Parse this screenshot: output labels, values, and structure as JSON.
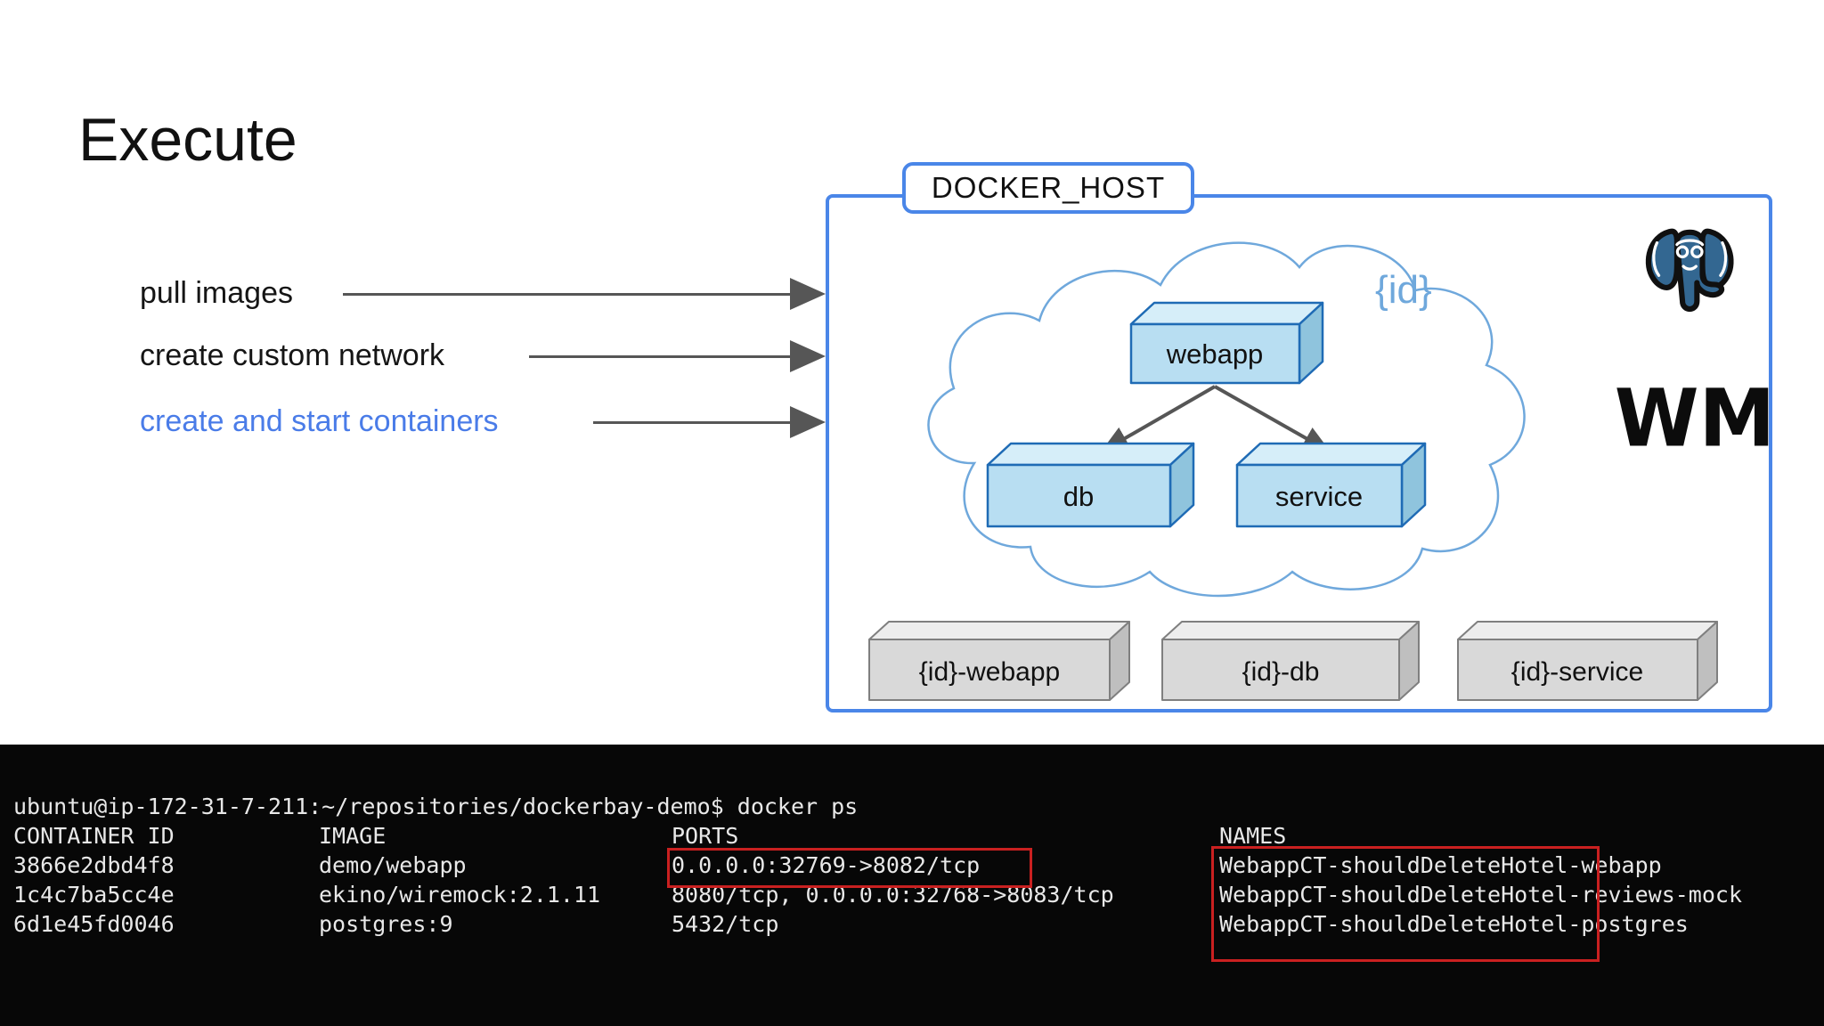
{
  "slide": {
    "title": "Execute",
    "bullets": [
      {
        "label": "pull images"
      },
      {
        "label": "create custom network"
      },
      {
        "label": "create and start containers"
      }
    ]
  },
  "diagram": {
    "host_label": "DOCKER_HOST",
    "id_placeholder": "{id}",
    "network_nodes": [
      "webapp",
      "db",
      "service"
    ],
    "container_nodes": [
      "{id}-webapp",
      "{id}-db",
      "{id}-service"
    ],
    "wiremock_logo_text": "WM",
    "postgres_logo": "postgresql-elephant"
  },
  "terminal": {
    "prompt_line": "ubuntu@ip-172-31-7-211:~/repositories/dockerbay-demo$ docker ps",
    "columns": [
      "CONTAINER ID",
      "IMAGE",
      "PORTS",
      "NAMES"
    ],
    "rows": [
      {
        "container_id": "3866e2dbd4f8",
        "image": "demo/webapp",
        "ports": "0.0.0.0:32769->8082/tcp",
        "name": "WebappCT-shouldDeleteHotel-webapp"
      },
      {
        "container_id": "1c4c7ba5cc4e",
        "image": "ekino/wiremock:2.1.11",
        "ports": "8080/tcp, 0.0.0.0:32768->8083/tcp",
        "name": "WebappCT-shouldDeleteHotel-reviews-mock"
      },
      {
        "container_id": "6d1e45fd0046",
        "image": "postgres:9",
        "ports": "5432/tcp",
        "name": "WebappCT-shouldDeleteHotel-postgres"
      }
    ]
  },
  "colors": {
    "accent_blue": "#4a86e8",
    "bullet_highlight_blue": "#4a7ce8",
    "cloud_stroke": "#6fa8dc",
    "id_text": "#6fa8dc",
    "node_fill": "#b8def2",
    "node_top": "#d6eef9",
    "node_side": "#8fc4dd",
    "node_border": "#1f6bb5",
    "gray_fill": "#d9d9d9",
    "gray_top": "#ededed",
    "gray_side": "#bfbfbf",
    "gray_border": "#7f7f7f",
    "arrow_gray": "#565656",
    "terminal_bg": "#070707",
    "terminal_text": "#e8e8e8",
    "highlight_red": "#c92020",
    "postgres_blue": "#336791"
  }
}
